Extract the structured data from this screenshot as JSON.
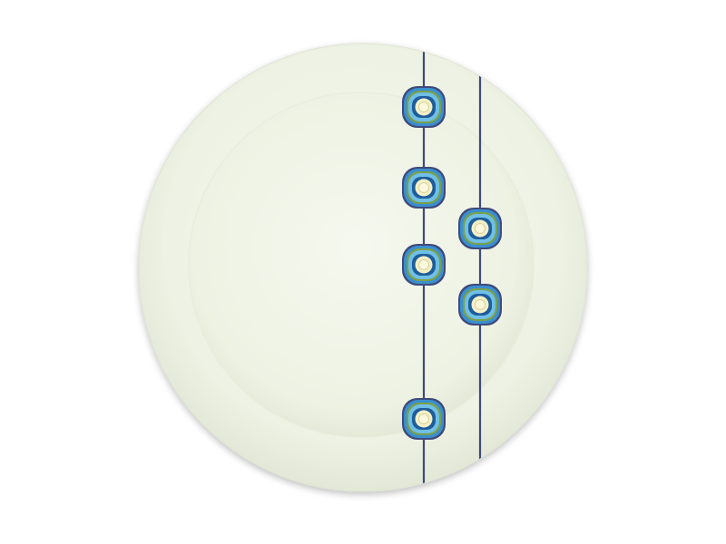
{
  "scene": {
    "subject": "plate-with-beaded-lines",
    "colors": {
      "background": "#ffffff",
      "plate_rim": "#eef2e4",
      "plate_well": "#f3f6ea",
      "plate_shadow": "#d8ddcc",
      "stem": "#3f4a7a",
      "bead_outer": "#3a8fd0",
      "bead_mid": "#6fbfe6",
      "bead_inner": "#1f5d9a",
      "bead_center": "#f3f0c8",
      "bead_ring": "#7aa04a"
    },
    "decoration": {
      "left_line_beads": 4,
      "right_line_beads": 2
    }
  }
}
